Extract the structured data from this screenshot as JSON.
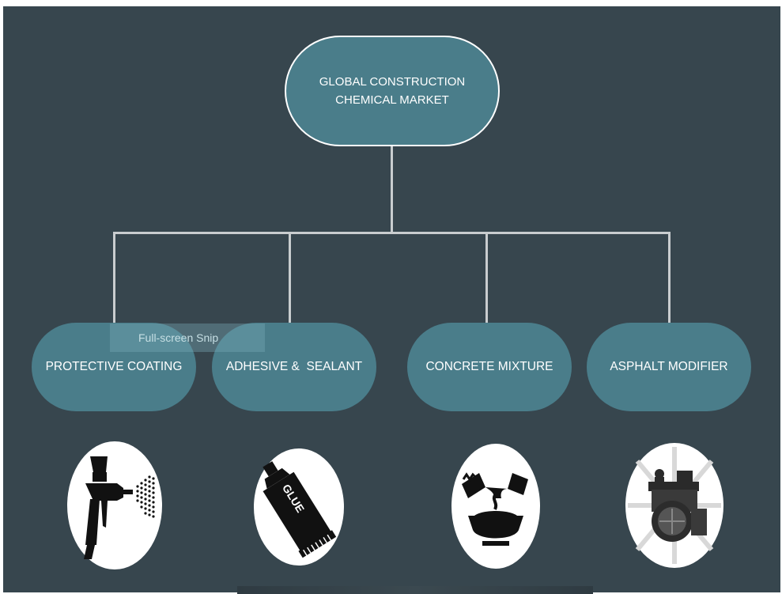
{
  "diagram": {
    "root": {
      "line1": "GLOBAL CONSTRUCTION",
      "line2": "CHEMICAL MARKET"
    },
    "children": [
      {
        "label": "PROTECTIVE COATING",
        "icon": "spray-gun-icon"
      },
      {
        "label": "ADHESIVE &  SEALANT",
        "icon": "glue-tube-icon",
        "icon_text": "GLUE"
      },
      {
        "label": "CONCRETE MIXTURE",
        "icon": "concrete-mixing-icon"
      },
      {
        "label": "ASPHALT MODIFIER",
        "icon": "road-roller-icon"
      }
    ]
  },
  "overlay": {
    "text": "Full-screen Snip"
  },
  "colors": {
    "background": "#37464e",
    "node_fill": "#4a7d8a",
    "connector": "#c9cdcf",
    "node_text": "#ffffff"
  }
}
